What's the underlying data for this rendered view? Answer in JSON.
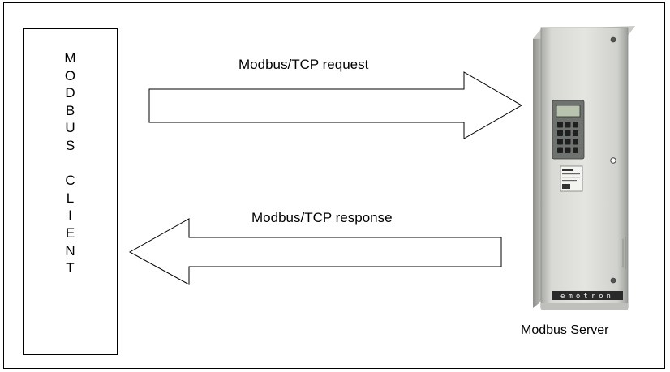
{
  "client": {
    "letters": [
      "M",
      "O",
      "D",
      "B",
      "U",
      "S",
      "",
      "C",
      "L",
      "I",
      "E",
      "N",
      "T"
    ]
  },
  "request_label": "Modbus/TCP request",
  "response_label": "Modbus/TCP response",
  "server_label": "Modbus Server",
  "server_device": {
    "brand_text": "emotron",
    "keypad_keys": 12
  }
}
